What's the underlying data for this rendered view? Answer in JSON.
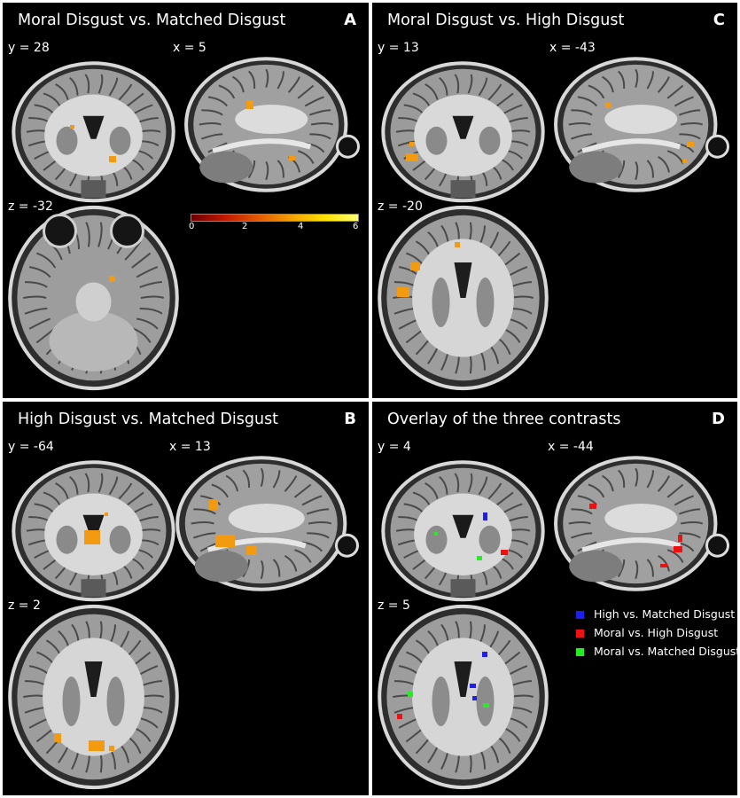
{
  "panels": {
    "a": {
      "title": "Moral Disgust vs. Matched Disgust",
      "letter": "A",
      "coords": [
        "y = 28",
        "x = 5",
        "z = -32"
      ]
    },
    "b": {
      "title": "High Disgust vs. Matched Disgust",
      "letter": "B",
      "coords": [
        "y = -64",
        "x = 13",
        "z = 2"
      ]
    },
    "c": {
      "title": "Moral Disgust vs. High Disgust",
      "letter": "C",
      "coords": [
        "y = 13",
        "x = -43",
        "z = -20"
      ]
    },
    "d": {
      "title": "Overlay of the three contrasts",
      "letter": "D",
      "coords": [
        "y = 4",
        "x = -44",
        "z = 5"
      ]
    }
  },
  "colorbar": {
    "ticks": [
      "0",
      "2",
      "4",
      "6"
    ],
    "min": 0,
    "max": 6
  },
  "legend": [
    {
      "label": "High vs. Matched Disgust",
      "color": "#1e1ef0"
    },
    {
      "label": "Moral vs. High Disgust",
      "color": "#ee1111"
    },
    {
      "label": "Moral vs. Matched Disgust",
      "color": "#22ee22"
    }
  ],
  "colors": {
    "activation": "#f29a10",
    "background": "#000000",
    "divider": "#ffffff"
  }
}
